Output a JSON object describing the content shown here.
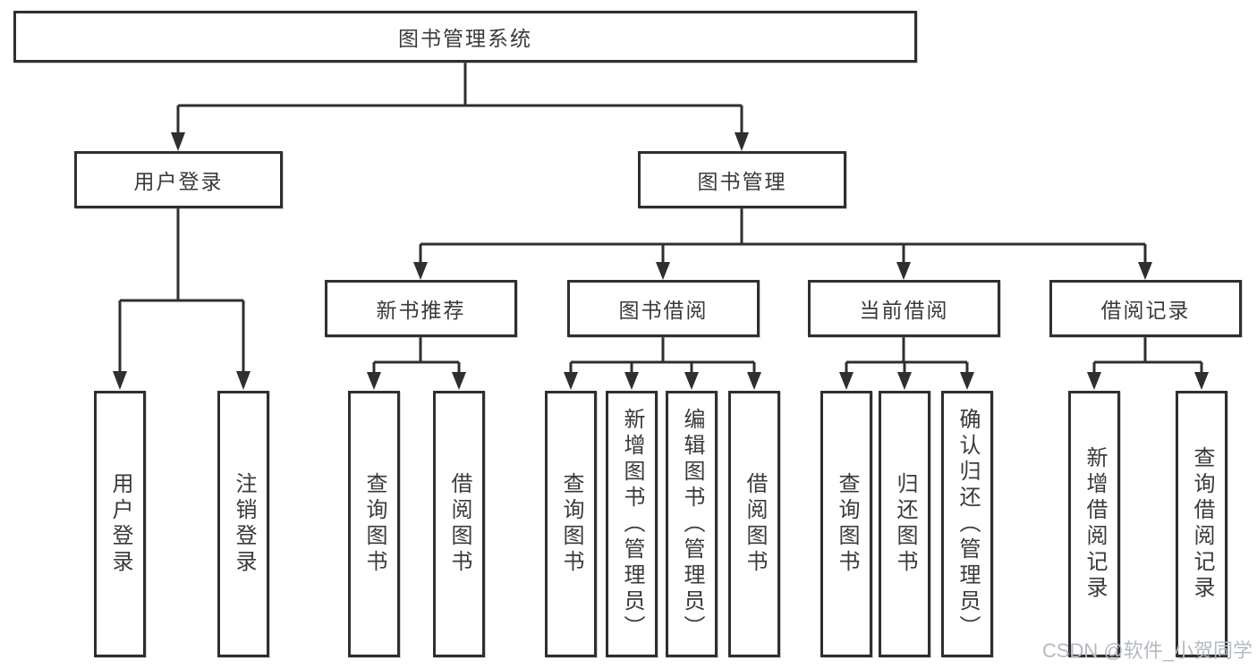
{
  "diagram": {
    "root": "图书管理系统",
    "user_login": {
      "label": "用户登录",
      "children": {
        "login": "用户登录",
        "logout": "注销登录"
      }
    },
    "book_management": {
      "label": "图书管理",
      "new_book_recommendation": {
        "label": "新书推荐",
        "children": {
          "query_books": "查询图书",
          "borrow_books": "借阅图书"
        }
      },
      "book_borrowing": {
        "label": "图书借阅",
        "children": {
          "query_books": "查询图书",
          "add_books_admin": "新增图书（管理员）",
          "edit_books_admin": "编辑图书（管理员）",
          "borrow_books": "借阅图书"
        }
      },
      "current_borrowing": {
        "label": "当前借阅",
        "children": {
          "query_books": "查询图书",
          "return_books": "归还图书",
          "confirm_return_admin": "确认归还（管理员）"
        }
      },
      "borrowing_records": {
        "label": "借阅记录",
        "children": {
          "add_borrow_record": "新增借阅记录",
          "query_borrow_record": "查询借阅记录"
        }
      }
    }
  },
  "watermark": {
    "text": "CSDN @软件_小贺同学"
  },
  "colors": {
    "line": "#2f2f2f",
    "text": "#3a3a3a",
    "background": "#ffffff",
    "watermark": "#b5bac1"
  }
}
